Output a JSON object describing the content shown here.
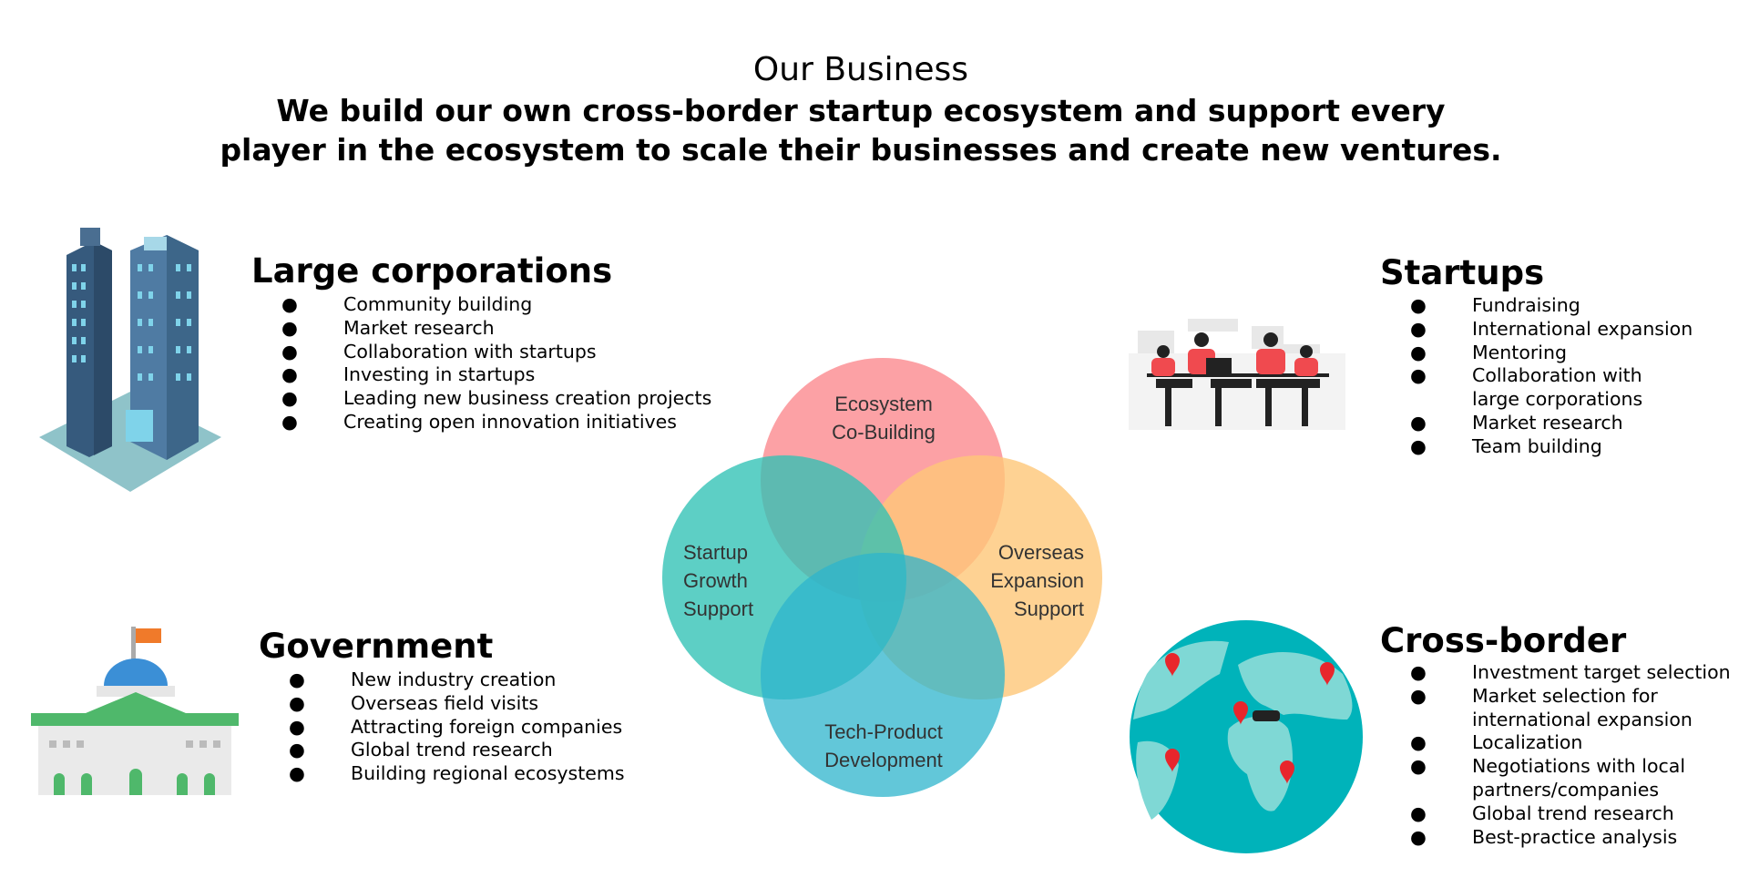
{
  "header": {
    "title": "Our Business",
    "subtitle_line1": "We build our own cross-border startup ecosystem and support every",
    "subtitle_line2": "player in the ecosystem to scale their businesses and create new ventures."
  },
  "sections": {
    "large_corporations": {
      "heading": "Large corporations",
      "icon": "office-buildings-illustration",
      "items": [
        "Community building",
        "Market research",
        "Collaboration with startups",
        "Investing in startups",
        "Leading new business creation projects",
        "Creating open innovation initiatives"
      ]
    },
    "government": {
      "heading": "Government",
      "icon": "government-building-illustration",
      "items": [
        "New industry creation",
        "Overseas field visits",
        "Attracting foreign companies",
        "Global trend research",
        "Building regional ecosystems"
      ]
    },
    "startups": {
      "heading": "Startups",
      "icon": "team-meeting-illustration",
      "items": [
        "Fundraising",
        "International expansion",
        "Mentoring",
        "Collaboration with\nlarge corporations",
        "Market research",
        "Team building"
      ]
    },
    "cross_border": {
      "heading": "Cross-border",
      "icon": "globe-illustration",
      "items": [
        "Investment target selection",
        "Market selection for\ninternational expansion",
        "Localization",
        "Negotiations with local\npartners/companies",
        "Global trend research",
        "Best-practice analysis"
      ]
    }
  },
  "bullet": "●",
  "venn": {
    "top": {
      "line1": "Ecosystem",
      "line2": "Co-Building",
      "color": "#fb8a8e"
    },
    "left": {
      "line1": "Startup",
      "line2": "Growth",
      "line3": "Support",
      "color": "#2fc1b5"
    },
    "right": {
      "line1": "Overseas",
      "line2": "Expansion",
      "line3": "Support",
      "color": "#fec778"
    },
    "bottom": {
      "line1": "Tech-Product",
      "line2": "Development",
      "color": "#2db4cc"
    }
  }
}
